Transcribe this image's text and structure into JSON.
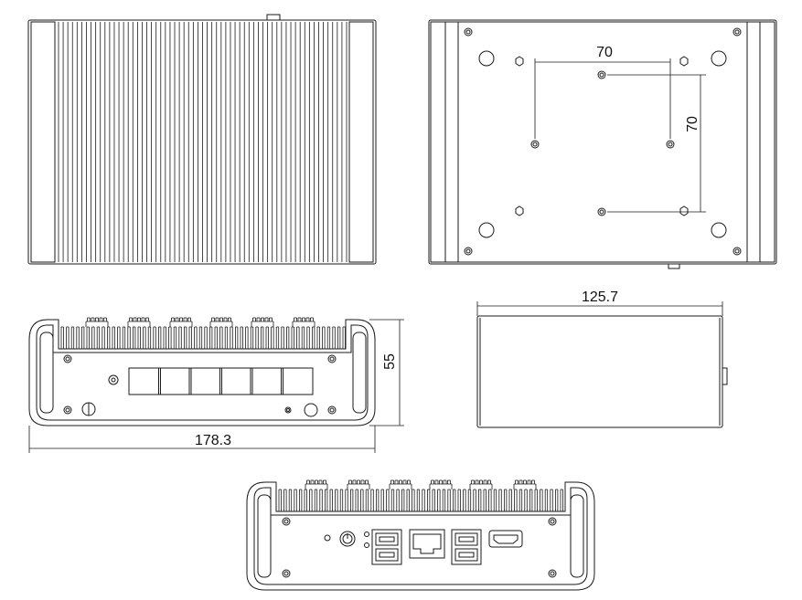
{
  "dimensions": {
    "mount_horizontal": "70",
    "mount_vertical": "70",
    "height": "55",
    "width": "178.3",
    "depth": "125.7"
  },
  "colors": {
    "line": "#1a1a1a",
    "background": "#ffffff"
  }
}
